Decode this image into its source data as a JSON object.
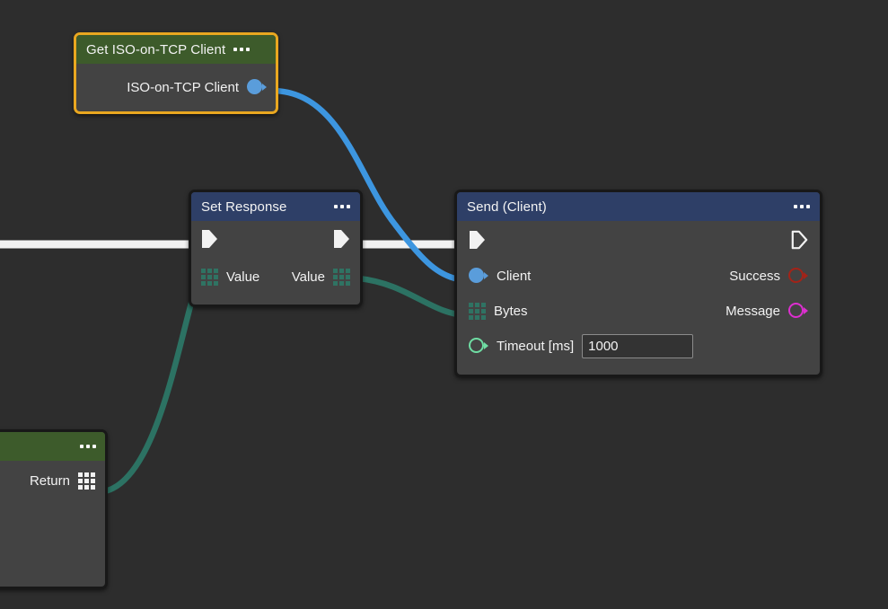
{
  "editor": {
    "name": "node-graph-editor",
    "background_color": "#2d2d2d",
    "node_body_color": "#434343"
  },
  "colors": {
    "accent_selected": "#e9a720",
    "header_blue": "#2e3f67",
    "header_green": "#3d5b2b",
    "pin_client_blue": "#5a9ddb",
    "pin_bytes_teal": "#2f7363",
    "pin_timeout_green": "#6fdda3",
    "pin_success_red": "#a32318",
    "pin_message_magenta": "#dd2fd0",
    "wire_exec_white": "#f2f2f2",
    "wire_data_blue": "#3d96e0",
    "wire_data_teal": "#2c7263"
  },
  "nodes": {
    "get_client": {
      "title": "Get ISO-on-TCP Client",
      "menu_icon": "ellipsis-icon",
      "selected": true,
      "outputs": [
        {
          "label": "ISO-on-TCP Client",
          "pin": "circle-filled-blue-icon",
          "connected": true
        }
      ]
    },
    "set_response": {
      "title": "Set Response",
      "menu_icon": "ellipsis-icon",
      "exec_in": "exec-arrow-filled-icon",
      "exec_out": "exec-arrow-filled-icon",
      "input_label": "Value",
      "output_label": "Value",
      "input_pin": "grid-3x3-teal-icon",
      "output_pin": "grid-3x3-teal-icon"
    },
    "send": {
      "title": "Send (Client)",
      "menu_icon": "ellipsis-icon",
      "exec_in": "exec-arrow-filled-icon",
      "exec_out": "exec-arrow-outline-icon",
      "inputs": [
        {
          "label": "Client",
          "pin": "circle-filled-blue-icon",
          "connected": true
        },
        {
          "label": "Bytes",
          "pin": "grid-3x3-teal-icon",
          "connected": true
        },
        {
          "label": "Timeout [ms]",
          "pin": "circle-ring-green-icon",
          "connected": false,
          "field": {
            "value": "1000",
            "placeholder": ""
          }
        }
      ],
      "outputs": [
        {
          "label": "Success",
          "pin": "circle-ring-red-icon",
          "connected": false
        },
        {
          "label": "Message",
          "pin": "circle-ring-magenta-icon",
          "connected": false
        }
      ]
    },
    "return_node": {
      "title": "",
      "menu_icon": "ellipsis-icon",
      "label": "Return",
      "pin": "grid-3x3-white-icon"
    }
  },
  "wires": [
    {
      "name": "exec-left-to-set-response",
      "type": "exec",
      "color": "#f2f2f2"
    },
    {
      "name": "exec-set-response-to-send",
      "type": "exec",
      "color": "#f2f2f2"
    },
    {
      "name": "client-to-send-client",
      "type": "data",
      "color": "#3d96e0"
    },
    {
      "name": "return-to-send-bytes",
      "type": "data",
      "color": "#2c7263"
    }
  ]
}
